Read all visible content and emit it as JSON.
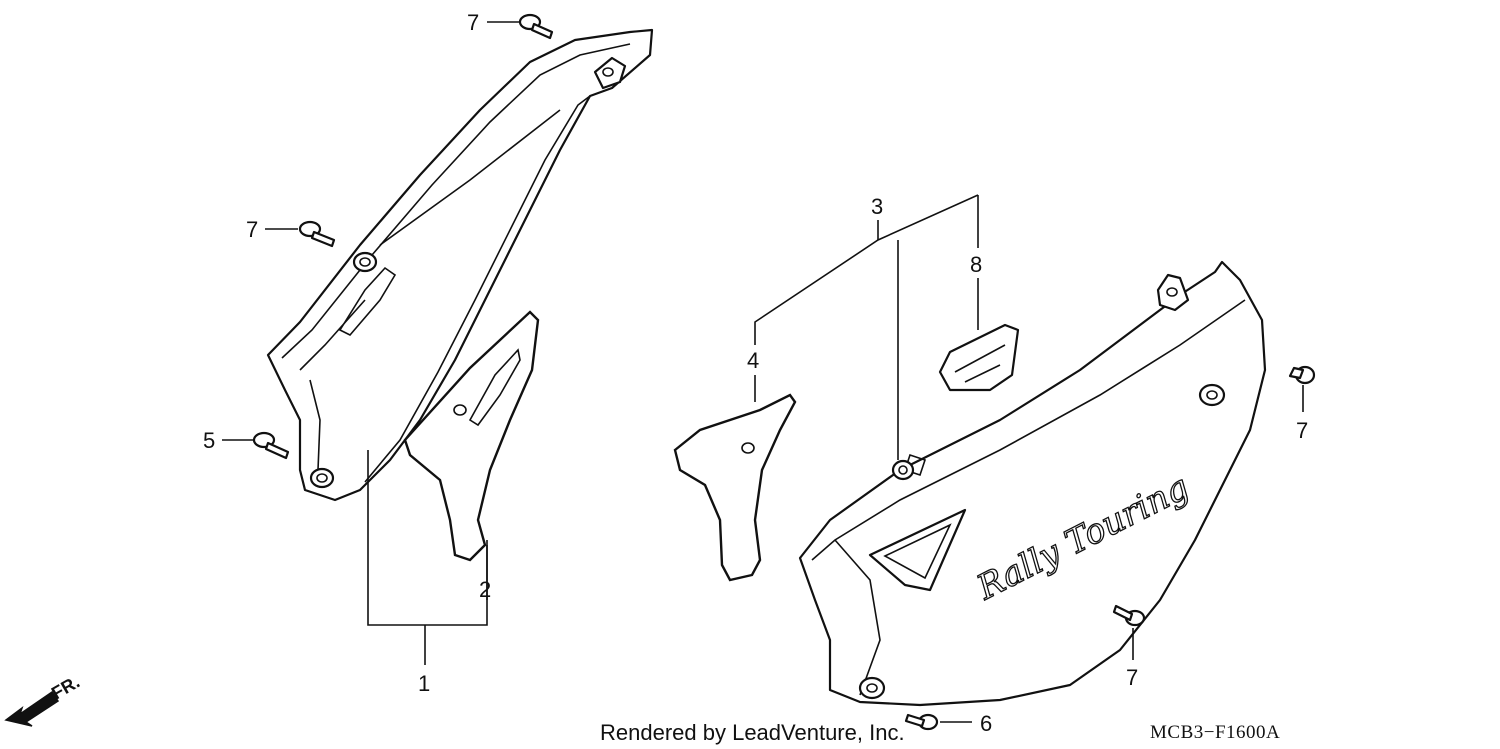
{
  "callouts": {
    "c1": "1",
    "c2": "2",
    "c3": "3",
    "c4": "4",
    "c5": "5",
    "c6": "6",
    "c7a": "7",
    "c7b": "7",
    "c7c": "7",
    "c7d": "7",
    "c8": "8"
  },
  "direction_label": "FR.",
  "decal_text": "Rally Touring",
  "footer": {
    "render_credit": "Rendered by LeadVenture, Inc.",
    "diagram_code": "MCB3−F1600A"
  }
}
